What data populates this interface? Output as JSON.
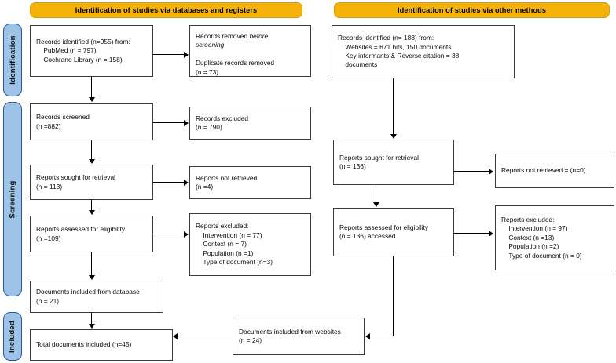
{
  "figure": {
    "type": "prisma-flow-diagram",
    "accent_yellow": "#f5b30a",
    "accent_blue": "#9dc3e6",
    "border_blue": "#2f5597"
  },
  "banners": {
    "left": "Identification of studies via databases and registers",
    "right": "Identification of studies via other methods"
  },
  "stages": {
    "identification": "Identification",
    "screening": "Screening",
    "included": "Included"
  },
  "left_column": {
    "records_identified": "Records identified (n=955) from:\n    PubMed (n = 797)\n    Cochrane Library (n = 158)",
    "records_removed_line1": "Records removed ",
    "records_removed_em": "before",
    "records_removed_line2": "screening",
    "records_removed_colon": ":",
    "records_removed_detail": "Duplicate records removed\n(n = 73)",
    "records_screened": "Records screened\n(n =882)",
    "records_excluded": "Records excluded\n(n = 790)",
    "reports_sought": "Reports sought for retrieval\n(n = 113)",
    "reports_not_retrieved": "Reports not retrieved\n(n =4)",
    "reports_assessed": "Reports assessed for eligibility\n(n =109)",
    "reports_excluded": "Reports excluded:\n    Intervention (n = 77)\n    Context (n = 7)\n    Population (n =1)\n    Type of document (n=3)",
    "documents_included_db": "Documents included from database\n(n = 21)",
    "total_documents": "Total documents included (n=45)"
  },
  "right_column": {
    "records_identified": "Records identified (n= 188) from:\n    Websites = 671 hits, 150 documents\n    Key informants & Reverse citation = 38\n    documents",
    "reports_sought": "Reports sought for retrieval\n(n = 136)",
    "reports_not_retrieved": "Reports not retrieved = (n=0)",
    "reports_assessed": "Reports assessed for eligibility\n(n = 136) accessed",
    "reports_excluded": "Reports excluded:\n    Intervention (n = 97)\n    Context (n =13)\n    Population (n =2)\n    Type of document (n = 0)",
    "documents_included_websites": "Documents included from websites\n(n = 24)"
  },
  "chart_data": {
    "type": "table",
    "title": "PRISMA 2020 flow diagram",
    "databases_and_registers": [
      {
        "step": "Records identified",
        "n": 955,
        "sources": [
          {
            "name": "PubMed",
            "n": 797
          },
          {
            "name": "Cochrane Library",
            "n": 158
          }
        ]
      },
      {
        "step": "Duplicate records removed before screening",
        "n": 73
      },
      {
        "step": "Records screened",
        "n": 882
      },
      {
        "step": "Records excluded",
        "n": 790
      },
      {
        "step": "Reports sought for retrieval",
        "n": 113
      },
      {
        "step": "Reports not retrieved",
        "n": 4
      },
      {
        "step": "Reports assessed for eligibility",
        "n": 109
      },
      {
        "step": "Reports excluded",
        "reasons": [
          {
            "reason": "Intervention",
            "n": 77
          },
          {
            "reason": "Context",
            "n": 7
          },
          {
            "reason": "Population",
            "n": 1
          },
          {
            "reason": "Type of document",
            "n": 3
          }
        ]
      },
      {
        "step": "Documents included from database",
        "n": 21
      }
    ],
    "other_methods": [
      {
        "step": "Records identified",
        "n": 188,
        "sources": [
          {
            "name": "Websites",
            "hits": 671,
            "documents": 150
          },
          {
            "name": "Key informants & Reverse citation",
            "documents": 38
          }
        ]
      },
      {
        "step": "Reports sought for retrieval",
        "n": 136
      },
      {
        "step": "Reports not retrieved",
        "n": 0
      },
      {
        "step": "Reports assessed for eligibility",
        "n": 136
      },
      {
        "step": "Reports excluded",
        "reasons": [
          {
            "reason": "Intervention",
            "n": 97
          },
          {
            "reason": "Context",
            "n": 13
          },
          {
            "reason": "Population",
            "n": 2
          },
          {
            "reason": "Type of document",
            "n": 0
          }
        ]
      },
      {
        "step": "Documents included from websites",
        "n": 24
      }
    ],
    "total_documents_included": 45
  }
}
